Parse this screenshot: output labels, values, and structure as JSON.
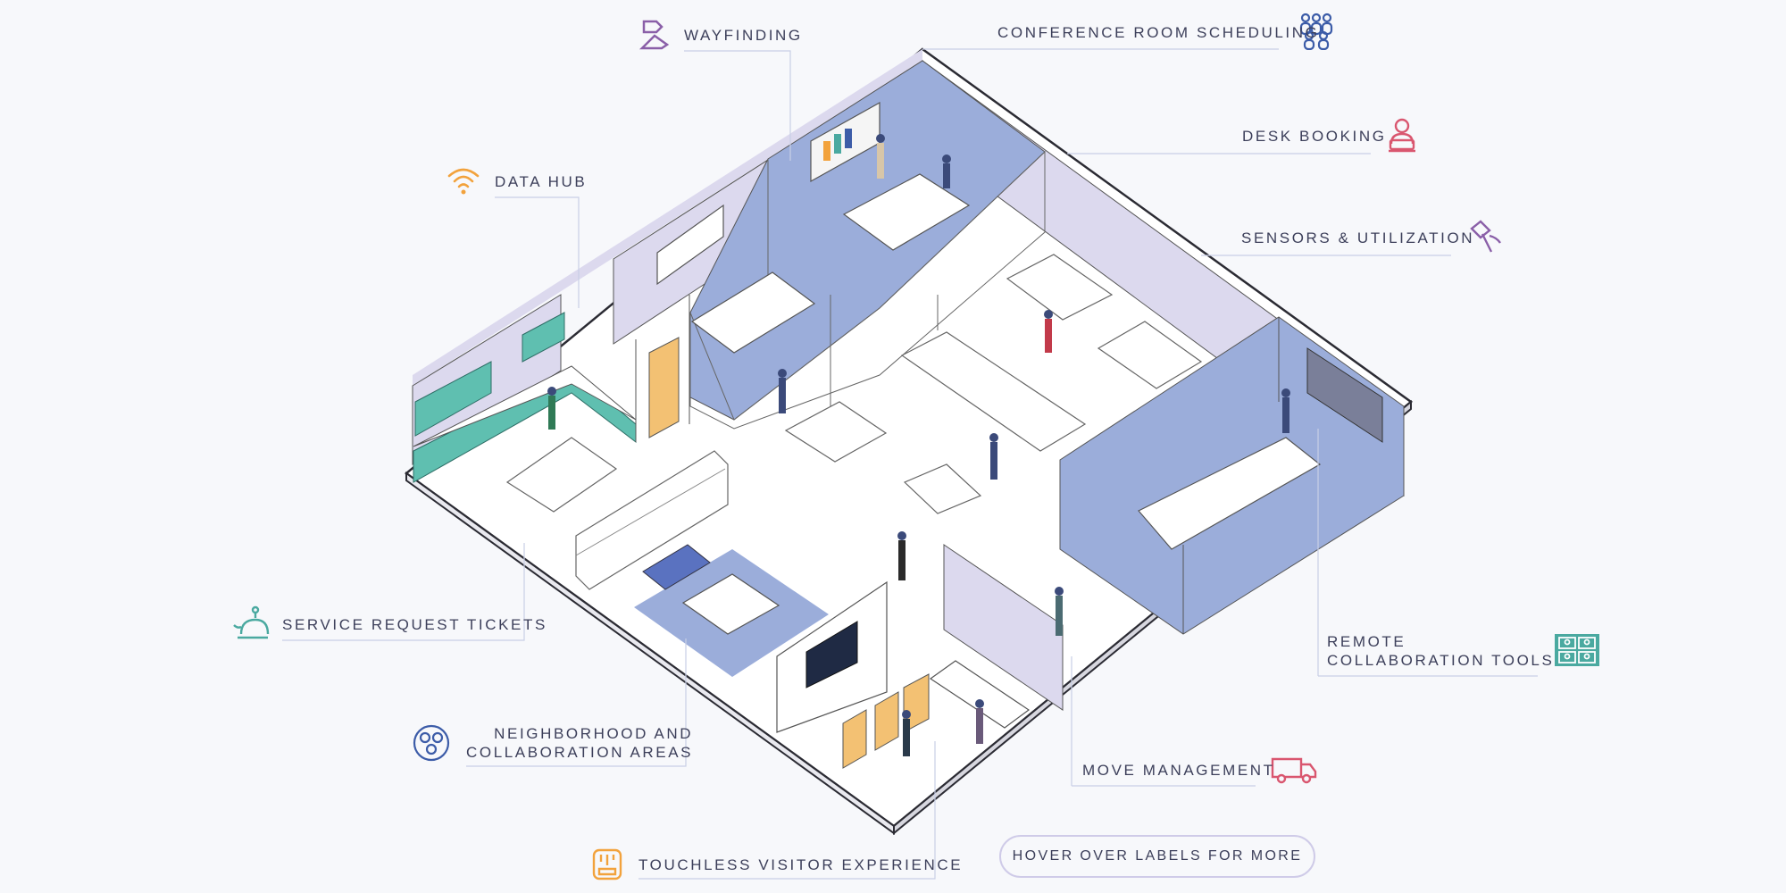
{
  "labels": {
    "wayfinding": "WAYFINDING",
    "conference_room_scheduling": "CONFERENCE ROOM SCHEDULING",
    "desk_booking": "DESK BOOKING",
    "data_hub": "DATA HUB",
    "sensors_utilization": "SENSORS & UTILIZATION",
    "service_request_tickets": "SERVICE REQUEST TICKETS",
    "remote_collaboration_line1": "REMOTE",
    "remote_collaboration_line2": "COLLABORATION TOOLS",
    "neighborhood_line1": "NEIGHBORHOOD AND",
    "neighborhood_line2": "COLLABORATION AREAS",
    "move_management": "MOVE MANAGEMENT",
    "touchless_visitor": "TOUCHLESS VISITOR EXPERIENCE"
  },
  "hover_hint": "HOVER OVER LABELS FOR MORE",
  "icons": {
    "wayfinding": "signpost-icon",
    "conference_room_scheduling": "group-people-icon",
    "desk_booking": "person-laptop-icon",
    "data_hub": "wifi-icon",
    "sensors_utilization": "sensor-icon",
    "service_request_tickets": "service-bell-icon",
    "remote_collaboration": "video-grid-icon",
    "neighborhood": "neighborhood-icon",
    "move_management": "van-icon",
    "touchless_visitor": "touchless-chip-icon"
  },
  "colors": {
    "purple": "#8a5fa8",
    "pink": "#d9566f",
    "orange": "#f2a23c",
    "teal": "#4aa9a0",
    "blue": "#3c5ca8",
    "floor_blue": "#9badda",
    "wall_lavender": "#dcd9ee",
    "cabinet_teal": "#5fbfb0",
    "door_orange": "#f3c173"
  }
}
